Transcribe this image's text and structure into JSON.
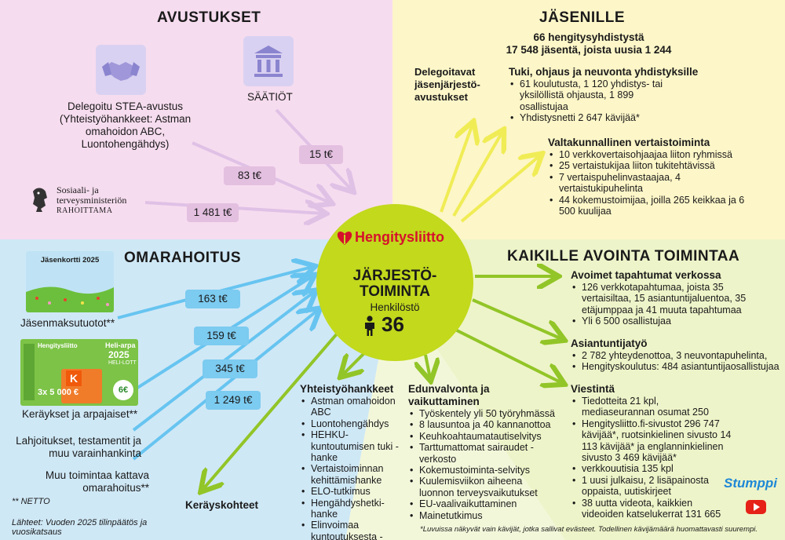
{
  "avustukset": {
    "title": "AVUSTUKSET",
    "stea_text": "Delegoitu STEA-avustus (Yhteistyöhankkeet: Astman omahoidon ABC, Luontohengähdys)",
    "saatiot_label": "SÄÄTIÖT",
    "ministry_line1": "Sosiaali- ja",
    "ministry_line2": "terveysministeriön",
    "ministry_line3": "RAHOITTAMA",
    "amounts": [
      "83 t€",
      "15 t€",
      "1 481 t€"
    ]
  },
  "jasenille": {
    "title": "JÄSENILLE",
    "members_line1": "66 hengitysyhdistystä",
    "members_line2": "17 548 jäsentä, joista uusia 1 244",
    "delegated_label": "Delegoitavat jäsenjärjestö-avustukset",
    "support_title": "Tuki, ohjaus ja neuvonta yhdistyksille",
    "support_items": [
      "61 koulutusta, 1 120 yhdistys- tai yksilöllistä ohjausta, 1 899 osallistujaa",
      "Yhdistysnetti 2 647 kävijää*"
    ],
    "peer_title": "Valtakunnallinen vertaistoiminta",
    "peer_items": [
      "10 verkkovertaisohjaajaa liiton ryhmissä",
      "25 vertaistukijaa liiton tukitehtävissä",
      "7 vertaispuhelinvastaajaa, 4 vertaistukipuhelinta",
      "44 kokemustoimijaa, joilla 265 keikkaa ja 6 500 kuulijaa"
    ]
  },
  "omarahoitus": {
    "title": "OMARAHOITUS",
    "card1_label": "Jäsenkortti 2025",
    "card2_brand": "Hengitysliitto",
    "card2_title": "Heli-arpa",
    "card2_year": "2025",
    "card2_sub": "HELI-LOTT",
    "card2_price": "6€",
    "card2_k": "K",
    "card2_prize": "3x 5 000 €",
    "amounts": [
      "163 t€",
      "159 t€",
      "345 t€",
      "1 249 t€"
    ],
    "labels": [
      "Jäsenmaksutuotot**",
      "Keräykset ja arpajaiset**",
      "Lahjoitukset, testamentit ja muu varainhankinta",
      "Muu toimintaa kattava omarahoitus**"
    ],
    "netto_note": "** NETTO",
    "sources": "Lähteet: Vuoden 2025 tilinpäätös ja vuosikatsaus"
  },
  "center": {
    "brand": "Hengitysliitto",
    "title_line1": "JÄRJESTÖ-",
    "title_line2": "TOIMINTA",
    "staff_label": "Henkilöstö",
    "staff_count": "36"
  },
  "kaikille": {
    "title": "KAIKILLE AVOINTA TOIMINTAA",
    "events_title": "Avoimet tapahtumat verkossa",
    "events_items": [
      "126 verkkotapahtumaa, joista 35 vertaisiltaa, 15 asiantuntijaluentoa, 35 etäjumppaa ja 41 muuta tapahtumaa",
      "Yli 6 500 osallistujaa"
    ],
    "expert_title": "Asiantuntijatyö",
    "expert_items": [
      "2 782 yhteydenottoa, 3 neuvontapuhelinta,",
      "Hengityskoulutus: 484 asiantuntijaosallistujaa"
    ],
    "comm_title": "Viestintä",
    "comm_items": [
      "Tiedotteita 21 kpl, mediaseurannan osumat 250",
      "Hengitysliitto.fi-sivustot 296 747 kävijää*, ruotsinkielinen sivusto 14 113 kävijää* ja englanninkielinen sivusto 3 469 kävijää*",
      "verkkouutisia 135 kpl",
      "1 uusi julkaisu, 2 lisäpainosta oppaista, uutiskirjeet",
      "38 uutta videota, kaikkien videoiden katselukerrat 131 665"
    ],
    "stumppi_logo": "Stumppi",
    "footnote": "*Luvuissa näkyvät vain kävijät, jotka sallivat evästeet. Todellinen kävijämäärä huomattavasti suurempi."
  },
  "projects": {
    "title": "Yhteistyöhankkeet",
    "items": [
      "Astman omahoidon ABC",
      "Luontohengähdys",
      "HEHKU-kuntoutumisen tuki -hanke",
      "Vertaistoiminnan kehittämishanke",
      "ELO-tutkimus",
      "Hengähdyshetki-hanke",
      "Elinvoimaa kuntoutuksesta -projekti"
    ]
  },
  "advocacy": {
    "title": "Edunvalvonta ja vaikuttaminen",
    "items": [
      "Työskentely yli 50 työryhmässä",
      "8 lausuntoa ja 40 kannanottoa",
      "Keuhkoahtaumatautiselvitys",
      "Tarttumattomat sairaudet -verkosto",
      "Kokemustoiminta-selvitys",
      "Kuulemisviikon aiheena luonnon terveysvaikutukset",
      "EU-vaalivaikuttaminen",
      "Mainetutkimus"
    ]
  },
  "collection": {
    "title": "Keräyskohteet"
  },
  "colors": {
    "pink": "#f6dcef",
    "yellow": "#fdf6c8",
    "blue": "#cfe8f6",
    "green": "#eef4c9",
    "lime": "#c2d91c",
    "brand_red": "#d6112c",
    "arrow_pink": "#dfc1e6",
    "arrow_blue": "#67c4f0",
    "arrow_yellow": "#f0ec55",
    "arrow_green": "#92c527"
  },
  "icons": [
    "handshake-icon",
    "bank-icon",
    "ministry-lion-icon",
    "hengitysliitto-heart-icon",
    "person-icon",
    "youtube-icon"
  ]
}
